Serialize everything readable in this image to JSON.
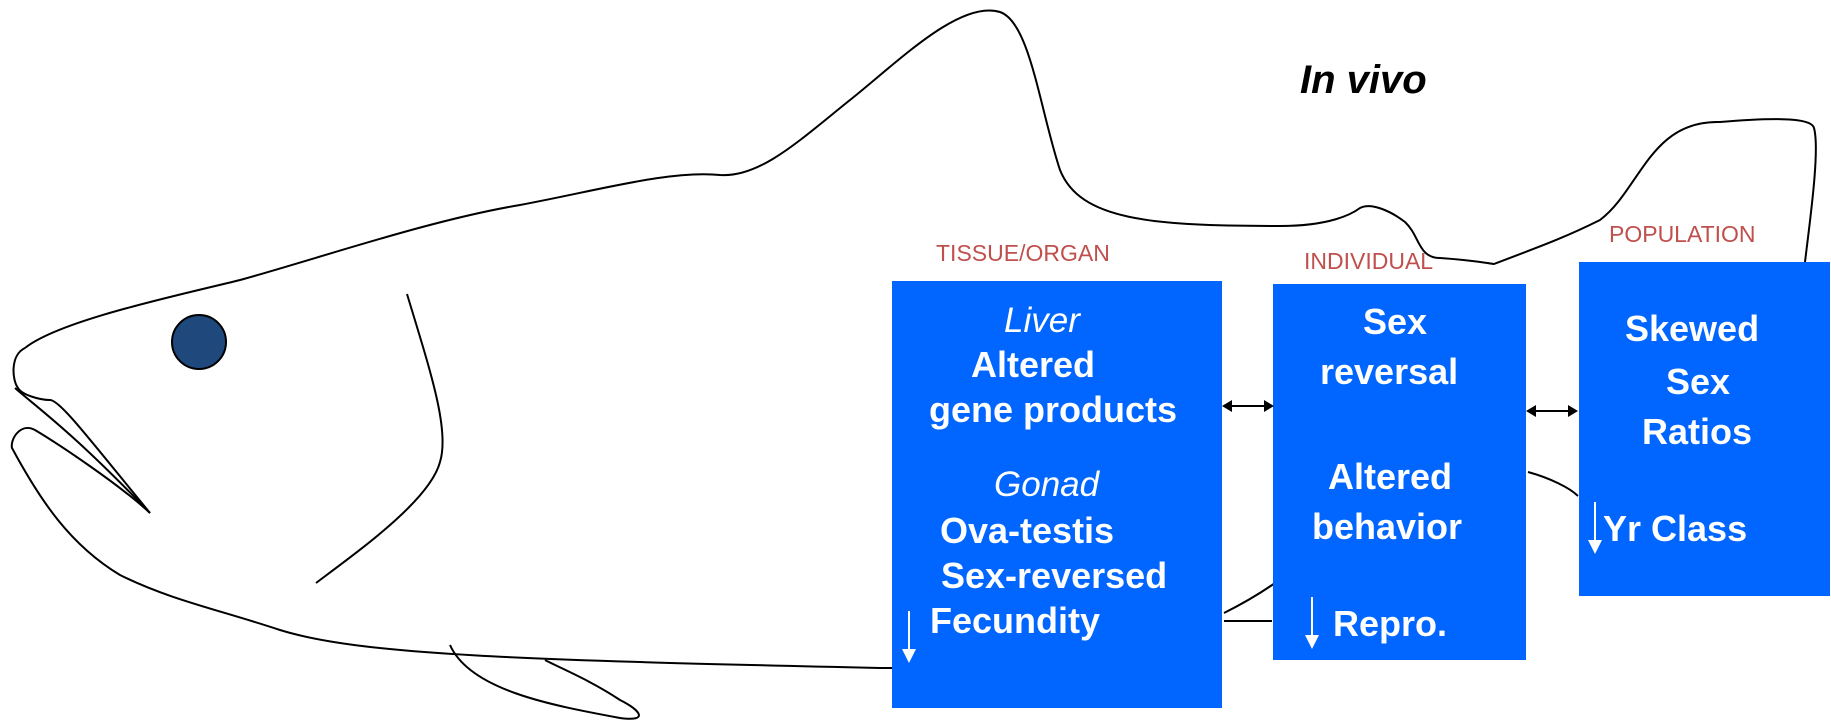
{
  "title": "In vivo",
  "levels": {
    "tissue": "TISSUE/ORGAN",
    "individual": "INDIVIDUAL",
    "population": "POPULATION"
  },
  "tissue_box": {
    "liver_heading": "Liver",
    "liver_line1": "Altered",
    "liver_line2": "gene products",
    "gonad_heading": "Gonad",
    "gonad_line1": "Ova-testis",
    "gonad_line2": "Sex-reversed",
    "gonad_line3": "Fecundity"
  },
  "individual_box": {
    "line1": "Sex",
    "line2": "reversal",
    "line3": "Altered",
    "line4": "behavior",
    "line5": "Repro."
  },
  "population_box": {
    "line1": "Skewed",
    "line2": "Sex",
    "line3": "Ratios",
    "line4": "Yr Class"
  },
  "colors": {
    "box_fill": "#0066ff",
    "level_label": "#c0504d",
    "eye": "#1f497d"
  }
}
